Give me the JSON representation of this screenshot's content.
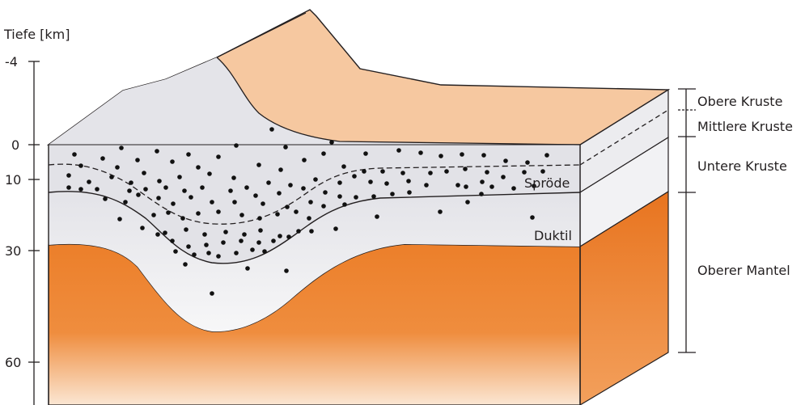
{
  "axis": {
    "title": "Tiefe [km]",
    "ticks": [
      "-4",
      "0",
      "10",
      "30",
      "60"
    ]
  },
  "layers": {
    "upper_crust": "Obere Kruste",
    "middle_crust": "Mittlere Kruste",
    "lower_crust": "Untere Kruste",
    "upper_mantle": "Oberer Mantel"
  },
  "zones": {
    "brittle": "Spröde",
    "ductile": "Duktil"
  },
  "colors": {
    "surface": "#f6c8a0",
    "mantle": "#ef8a3a",
    "lower_crust": "#f0f0f2",
    "earthquake_dot": "#111111"
  }
}
